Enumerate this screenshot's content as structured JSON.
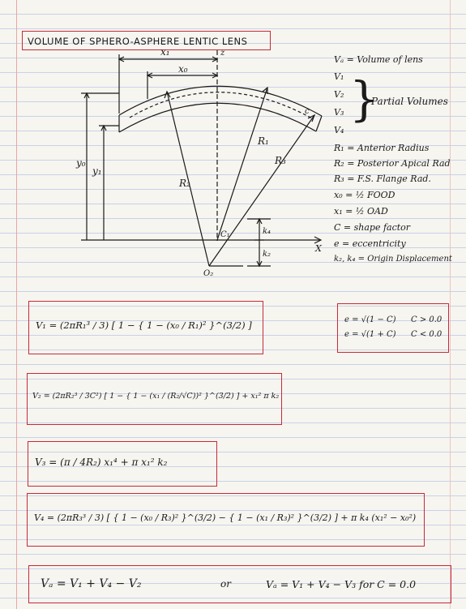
{
  "title": "VOLUME OF SPHERO-ASPHERE LENTIC LENS",
  "diagram_labels": {
    "x1": "x₁",
    "x0": "x₀",
    "z": "z",
    "y0": "y₀",
    "y1": "y₁",
    "R1": "R₁",
    "R2": "R₂",
    "R3": "R₃",
    "c": "c",
    "C1": "C₁",
    "O2": "O₂",
    "k4": "k₄",
    "k2": "k₂",
    "X": "X"
  },
  "legend": {
    "va": "Vₐ = Volume of lens",
    "v1": "V₁",
    "v2": "V₂",
    "v3": "V₃",
    "v4": "V₄",
    "partial": "Partial Volumes",
    "r1": "R₁ = Anterior Radius",
    "r2": "R₂ = Posterior Apical Rad",
    "r3": "R₃ = F.S. Flange Rad.",
    "x0": "x₀ = ½ FOOD",
    "x1": "x₁ = ½ OAD",
    "c": "C = shape factor",
    "e": "e = eccentricity",
    "k": "k₂, k₄ = Origin Displacement"
  },
  "eccentricity": {
    "line1_eq": "e = √(1 − C)",
    "line1_cond": "C > 0.0",
    "line2_eq": "e = √(1 + C)",
    "line2_cond": "C < 0.0"
  },
  "equations": {
    "v1": "V₁  =  (2πR₁³ / 3) [ 1 − { 1 − (x₀ / R₁)² }^(3/2) ]",
    "v2": "V₂  =  (2πR₂³ / 3C²) [ 1 − { 1 − (x₁ / (R₂/√C))² }^(3/2) ]  +  x₁² π k₂",
    "v3": "V₃  =  (π / 4R₂) x₁⁴   +  π x₁² k₂",
    "v4": "V₄  =  (2πR₃³ / 3) [ { 1 − (x₀ / R₃)² }^(3/2) − { 1 − (x₁ / R₃)² }^(3/2) ]  +  π k₄ (x₁² − x₀²)",
    "va_main": "Vₐ  =  V₁ + V₄ − V₂",
    "or": "or",
    "va_alt": "Vₐ = V₁ + V₄ − V₃   for  C = 0.0"
  },
  "colors": {
    "accent": "#c52a3b",
    "ink": "#1c1a1a",
    "rule": "#c7d2e8"
  }
}
